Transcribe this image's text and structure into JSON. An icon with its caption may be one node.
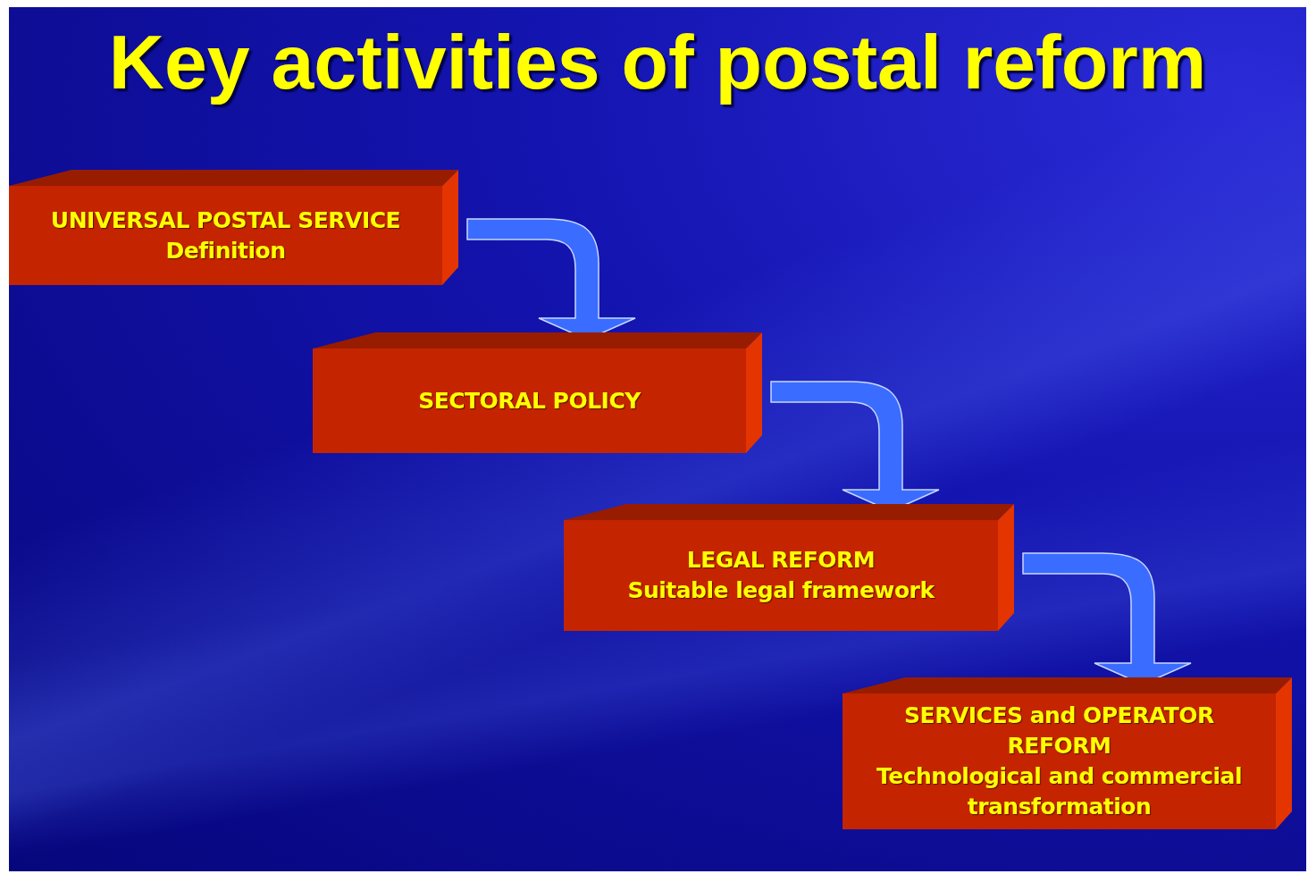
{
  "diagram": {
    "title": "Key activities of postal reform",
    "nodes": [
      {
        "text": [
          "UNIVERSAL POSTAL SERVICE",
          "Definition"
        ]
      },
      {
        "text": [
          "SECTORAL POLICY"
        ]
      },
      {
        "text": [
          "LEGAL REFORM",
          "Suitable legal framework"
        ]
      },
      {
        "text": [
          "SERVICES and OPERATOR REFORM",
          "Technological and commercial transformation"
        ]
      }
    ],
    "edges": [
      {
        "from": 0,
        "to": 1,
        "arrow": "to"
      },
      {
        "from": 1,
        "to": 2,
        "arrow": "to"
      },
      {
        "from": 2,
        "to": 3,
        "arrow": "to"
      }
    ]
  }
}
